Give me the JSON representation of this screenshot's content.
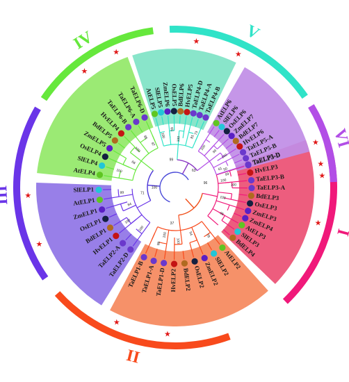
{
  "colors": {
    "I": "#ec4f73",
    "II": "#f5885c",
    "III": "#8f74e6",
    "IV": "#92e868",
    "V": "#7fe3c6",
    "VI": "#c08de6"
  },
  "ring_colors": {
    "I": "#f0197a",
    "II": "#f84a1c",
    "III": "#6a35e8",
    "IV": "#66e83c",
    "V": "#30e3c8",
    "VI": "#b24ee6"
  },
  "star_color": "#e01818",
  "dot_colors": {
    "Ta": "#6a38cc",
    "Hv": "#c41414",
    "Bd": "#b06a20",
    "Os": "#142040",
    "Zm": "#5a1fc4",
    "Sl": "#22c6d8",
    "At": "#5fc622"
  },
  "groups": [
    {
      "id": "I",
      "label": "I",
      "leaves": [
        "TaELP3-D",
        "HvELP3",
        "TaELP3-B",
        "TaELP3-A",
        "BdELP3",
        "OsELP3",
        "ZmELP3",
        "ZmELP4",
        "AtELP3",
        "SlELP3",
        "BdELP4"
      ]
    },
    {
      "id": "II",
      "label": "II",
      "leaves": [
        "AtELP2",
        "SlELP2",
        "ZmELP2",
        "OsELP2",
        "BdELP2",
        "HvELP2",
        "TaELP1-D",
        "TaELP1-A",
        "TaELP1-B"
      ]
    },
    {
      "id": "III",
      "label": "III",
      "leaves": [
        "TaELP2-D",
        "TaELP2-A",
        "HvELP1",
        "BdELP1",
        "OsELP1",
        "ZmELP1",
        "AtELP1",
        "SlELP1"
      ]
    },
    {
      "id": "IV",
      "label": "IV",
      "leaves": [
        "AtELP4",
        "SlELP4",
        "OsELP4",
        "ZmELP5",
        "BdELP5",
        "HvELP4",
        "TaELP6-B",
        "TaELP6-A",
        "TaELP6-D"
      ]
    },
    {
      "id": "V",
      "label": "V",
      "leaves": [
        "AtELP5",
        "SlELP5",
        "ZmELP6",
        "OsELP5",
        "BdELP6",
        "HvELP5",
        "TaELP4-D",
        "TaELP4-A",
        "TaELP4-B"
      ]
    },
    {
      "id": "VI",
      "label": "VI",
      "leaves": [
        "AtELP6",
        "SlELP6",
        "OsELP6",
        "ZmELP7",
        "BdELP7",
        "HvELP6",
        "TaELP5-A",
        "TaELP5-B",
        "TaELP5-D"
      ]
    }
  ],
  "bootstrap": [
    {
      "value": "100",
      "group": 0,
      "a": 0,
      "b": 3
    },
    {
      "value": "99",
      "group": 0,
      "a": 0,
      "b": 1
    },
    {
      "value": "100",
      "group": 0,
      "a": 2,
      "b": 3
    },
    {
      "value": "100",
      "group": 0,
      "a": 4,
      "b": 6
    },
    {
      "value": "96",
      "group": 0,
      "a": 7,
      "b": 9
    },
    {
      "value": "79",
      "group": 1,
      "a": 0,
      "b": 1
    },
    {
      "value": "54",
      "group": 1,
      "a": 2,
      "b": 3
    },
    {
      "value": "100",
      "group": 1,
      "a": 4,
      "b": 5
    },
    {
      "value": "99",
      "group": 1,
      "a": 6,
      "b": 8
    },
    {
      "value": "100",
      "group": 1,
      "a": 6,
      "b": 7
    },
    {
      "value": "100",
      "group": 2,
      "a": 0,
      "b": 1
    },
    {
      "value": "100",
      "group": 2,
      "a": 2,
      "b": 3
    },
    {
      "value": "84",
      "group": 2,
      "a": 4,
      "b": 5
    },
    {
      "value": "99",
      "group": 2,
      "a": 6,
      "b": 7
    },
    {
      "value": "100",
      "group": 3,
      "a": 0,
      "b": 2
    },
    {
      "value": "66",
      "group": 3,
      "a": 2,
      "b": 4
    },
    {
      "value": "100",
      "group": 3,
      "a": 4,
      "b": 6
    },
    {
      "value": "98",
      "group": 3,
      "a": 6,
      "b": 8
    },
    {
      "value": "87",
      "group": 3,
      "a": 7,
      "b": 8
    },
    {
      "value": "100",
      "group": 4,
      "a": 0,
      "b": 1
    },
    {
      "value": "65",
      "group": 4,
      "a": 2,
      "b": 3
    },
    {
      "value": "100",
      "group": 4,
      "a": 3,
      "b": 5
    },
    {
      "value": "81",
      "group": 4,
      "a": 6,
      "b": 8
    },
    {
      "value": "73",
      "group": 4,
      "a": 7,
      "b": 8
    },
    {
      "value": "100",
      "group": 5,
      "a": 0,
      "b": 1
    },
    {
      "value": "99",
      "group": 5,
      "a": 2,
      "b": 4
    },
    {
      "value": "100",
      "group": 5,
      "a": 4,
      "b": 6
    },
    {
      "value": "61",
      "group": 5,
      "a": 6,
      "b": 8
    },
    {
      "value": "50",
      "group": 5,
      "a": 7,
      "b": 8
    }
  ],
  "root_bootstrap": [
    {
      "value": "100",
      "pos": "left"
    },
    {
      "value": "71",
      "pos": "left-low"
    },
    {
      "value": "37",
      "pos": "bottom"
    },
    {
      "value": "99",
      "pos": "top"
    },
    {
      "value": "63",
      "pos": "top-right"
    },
    {
      "value": "96",
      "pos": "right"
    }
  ]
}
